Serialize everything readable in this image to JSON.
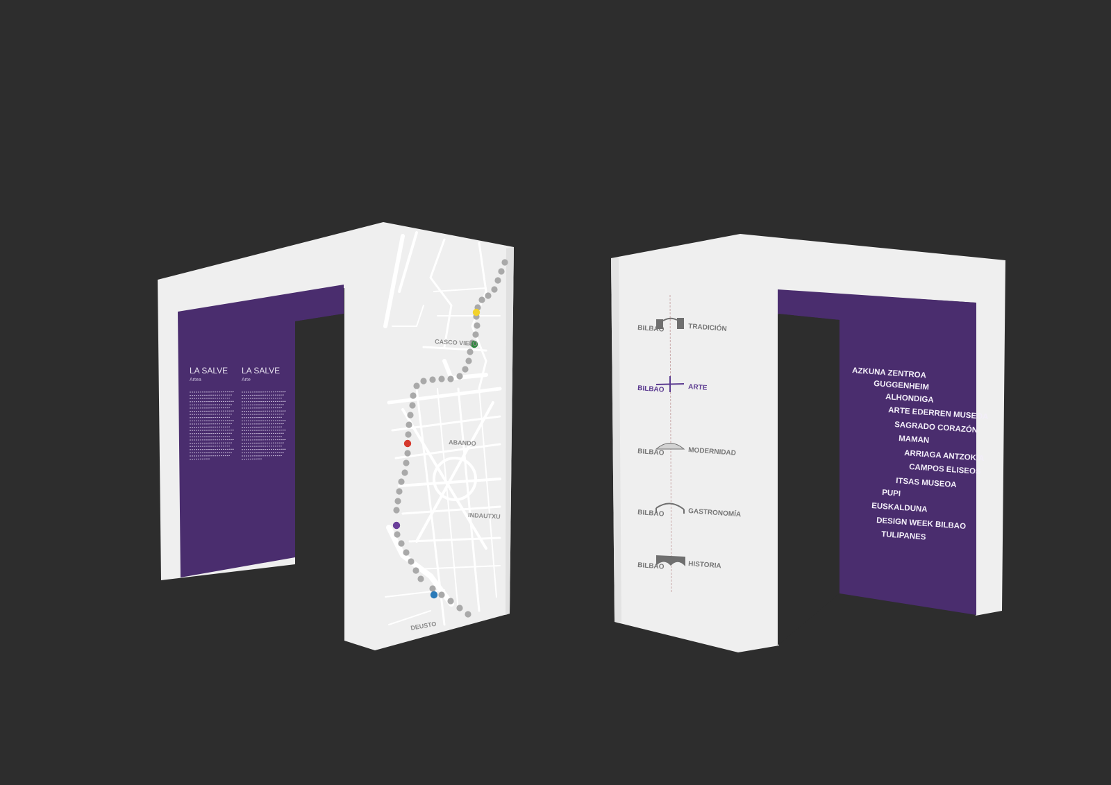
{
  "colors": {
    "background": "#2d2d2d",
    "panel_white": "#efefef",
    "panel_shade": "#e2e2e2",
    "purple": "#4a2d6e",
    "purple_label": "#5b3a90",
    "gray_text": "#777777",
    "route_dot": "#a9a9a9",
    "station_yellow": "#f2d22c",
    "station_green": "#2e8a3e",
    "station_red": "#d63a2e",
    "station_purple": "#6a3f9a",
    "station_blue": "#2a7ab8"
  },
  "left_panel": {
    "col1_title": "LA SALVE",
    "col1_subtitle": "Artea",
    "col2_title": "LA SALVE",
    "col2_subtitle": "Arte"
  },
  "map": {
    "labels": [
      "CASCO VIEJO",
      "ABANDO",
      "INDAUTXU",
      "DEUSTO"
    ]
  },
  "timeline": {
    "rows": [
      {
        "left": "BILBAO",
        "right": "TRADICIÓN",
        "icon": "bridge-truss-icon",
        "highlight": false
      },
      {
        "left": "BILBAO",
        "right": "ARTE",
        "icon": "cross-icon",
        "highlight": true
      },
      {
        "left": "BILBAO",
        "right": "MODERNIDAD",
        "icon": "arch-flat-bridge-icon",
        "highlight": false
      },
      {
        "left": "BILBAO",
        "right": "GASTRONOMÍA",
        "icon": "arch-bridge-icon",
        "highlight": false
      },
      {
        "left": "BILBAO",
        "right": "HISTORIA",
        "icon": "stone-bridge-icon",
        "highlight": false
      }
    ]
  },
  "places": [
    "AZKUNA ZENTROA",
    "GUGGENHEIM",
    "ALHONDIGA",
    "ARTE EDERREN MUSEOA",
    "SAGRADO CORAZÓN",
    "MAMAN",
    "ARRIAGA ANTZOKIA",
    "CAMPOS ELISEOS",
    "ITSAS MUSEOA",
    "PUPI",
    "EUSKALDUNA",
    "DESIGN WEEK BILBAO",
    "TULIPANES"
  ]
}
